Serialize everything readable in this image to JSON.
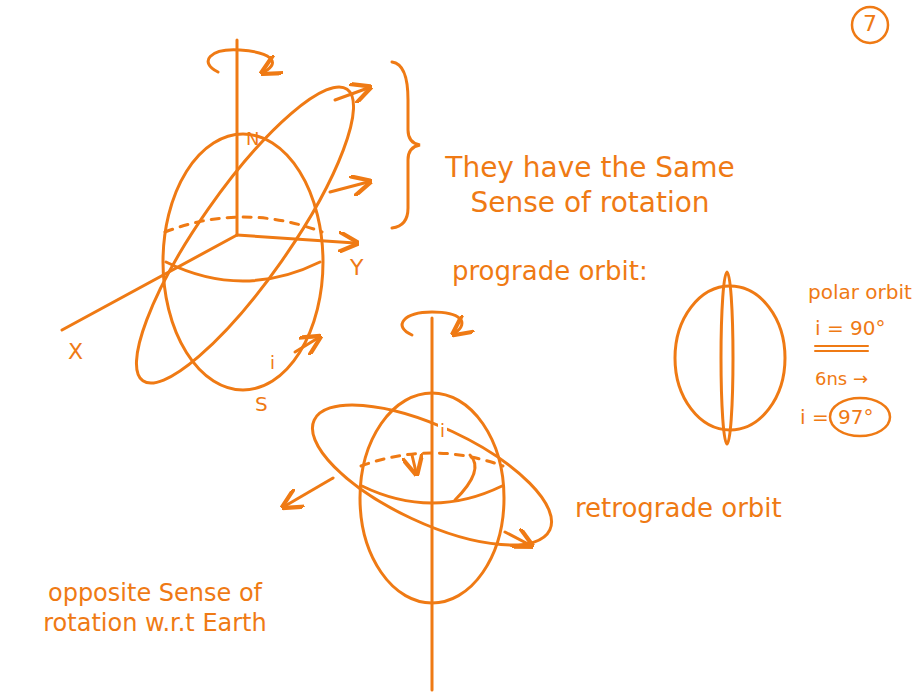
{
  "diagram": {
    "labels": [
      "7",
      "N",
      "S",
      "X",
      "Y",
      "i",
      "They have the Same Sense of rotation",
      "prograde orbit:",
      "polar orbit",
      "i = 90°",
      "6ns →",
      "i =",
      "97°",
      "retrograde orbit",
      "i",
      "opposite Sense of rotation w.r.t Earth"
    ]
  }
}
